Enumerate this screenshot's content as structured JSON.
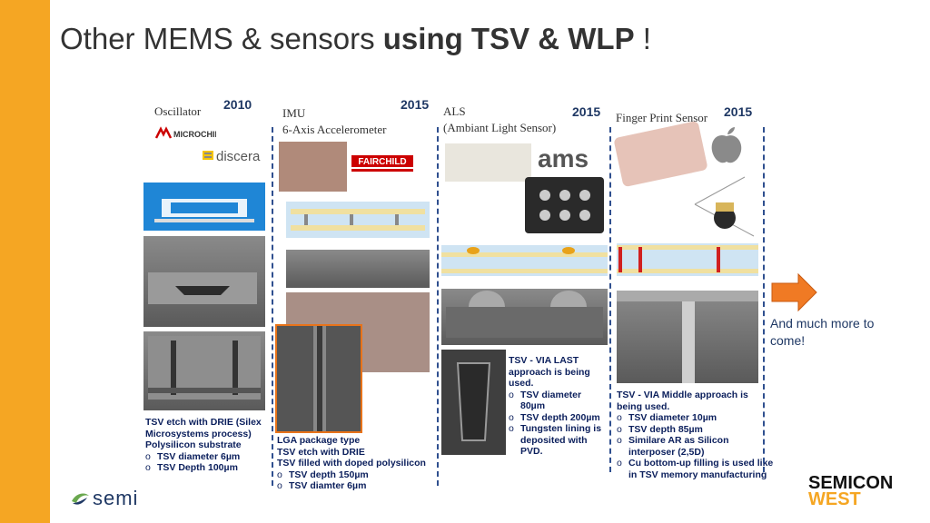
{
  "title": {
    "regular": "Other MEMS & sensors ",
    "bold": "using TSV & WLP",
    "tail": " !"
  },
  "columns": [
    {
      "label": "Oscillator",
      "year": "2010",
      "logos": [
        "MICROCHIP",
        "discera"
      ],
      "notes": [
        "TSV etch with DRIE (Silex Microsystems process)",
        "Polysilicon substrate"
      ],
      "bullets": [
        "TSV diameter 6µm",
        "TSV Depth 100µm"
      ]
    },
    {
      "label_line1": "IMU",
      "label_line2": "6-Axis Accelerometer",
      "year": "2015",
      "logos": [
        "FAIRCHILD"
      ],
      "notes": [
        "LGA package type",
        "TSV etch with DRIE",
        "TSV filled with doped polysilicon"
      ],
      "bullets": [
        "TSV depth 150µm",
        "TSV diamter 6µm"
      ]
    },
    {
      "label_line1": "ALS",
      "label_line2": "(Ambiant Light Sensor)",
      "year": "2015",
      "logos": [
        "ams"
      ],
      "notes": [
        "TSV - VIA LAST approach is being used."
      ],
      "bullets": [
        "TSV diameter 80µm",
        "TSV depth 200µm",
        "Tungsten lining is deposited with PVD."
      ]
    },
    {
      "label": "Finger Print Sensor",
      "year": "2015",
      "notes": [
        "TSV - VIA Middle approach is being used."
      ],
      "bullets": [
        "TSV diameter 10µm",
        "TSV depth 85µm",
        "Similare AR as Silicon interposer (2,5D)",
        "Cu bottom-up filling is used like in TSV memory manufacturing"
      ]
    }
  ],
  "more": "And much more to come!",
  "footer": {
    "semi": "semi",
    "semicon_line1": "SEMICON",
    "semicon_line2": "WEST"
  },
  "colors": {
    "accent": "#f5a623",
    "navy": "#1f3864"
  }
}
